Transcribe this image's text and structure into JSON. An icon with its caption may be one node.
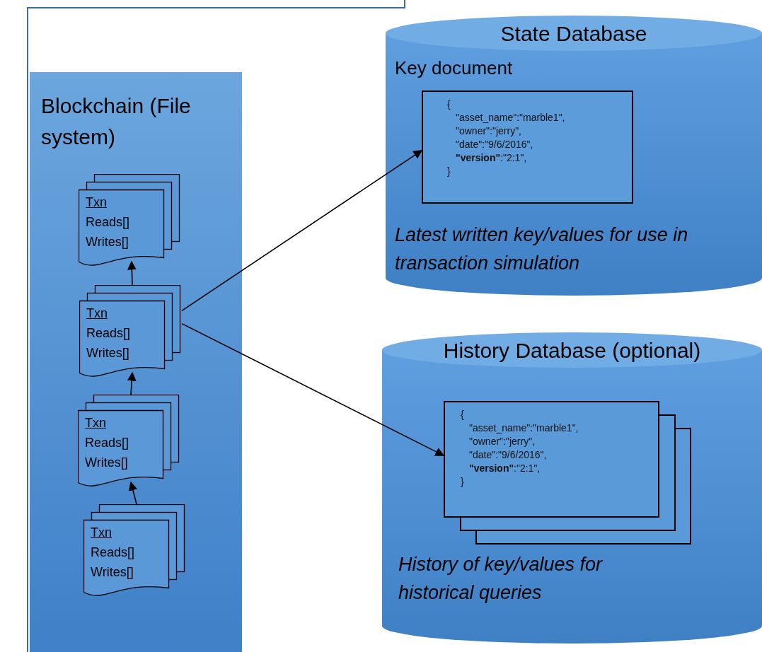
{
  "diagram": {
    "nodes": [
      {
        "text": [
          "Blockchain (File system)"
        ]
      },
      {
        "text": [
          "Txn",
          "Reads[]",
          "Writes[]"
        ],
        "in": 0
      },
      {
        "text": [
          "Txn",
          "Reads[]",
          "Writes[]"
        ],
        "in": 0
      },
      {
        "text": [
          "Txn",
          "Reads[]",
          "Writes[]"
        ],
        "in": 0
      },
      {
        "text": [
          "Txn",
          "Reads[]",
          "Writes[]"
        ],
        "in": 0
      },
      {
        "text": [
          "State Database",
          "Key document",
          "Latest written key/values for use in transaction simulation"
        ]
      },
      {
        "text": [
          "{",
          "\"asset_name\":\"marble1\",",
          "\"owner\":\"jerry\",",
          "\"date\":\"9/6/2016\",",
          "**\"version\"**:\"2:1\",",
          "}"
        ],
        "in": 5
      },
      {
        "text": [
          "History Database (optional)",
          "History of key/values for historical queries"
        ]
      },
      {
        "text": [
          "{",
          "\"asset_name\":\"marble1\",",
          "\"owner\":\"jerry\",",
          "\"date\":\"9/6/2016\",",
          "**\"version\"**:\"2:1\",",
          "}"
        ],
        "in": 7
      }
    ],
    "edges": [
      {
        "from": 2,
        "to": 1,
        "arrow": "to"
      },
      {
        "from": 3,
        "to": 2,
        "arrow": "to"
      },
      {
        "from": 4,
        "to": 3,
        "arrow": "to"
      },
      {
        "from": 2,
        "to": 6,
        "arrow": "to"
      },
      {
        "from": 2,
        "to": 8,
        "arrow": "to"
      }
    ]
  }
}
